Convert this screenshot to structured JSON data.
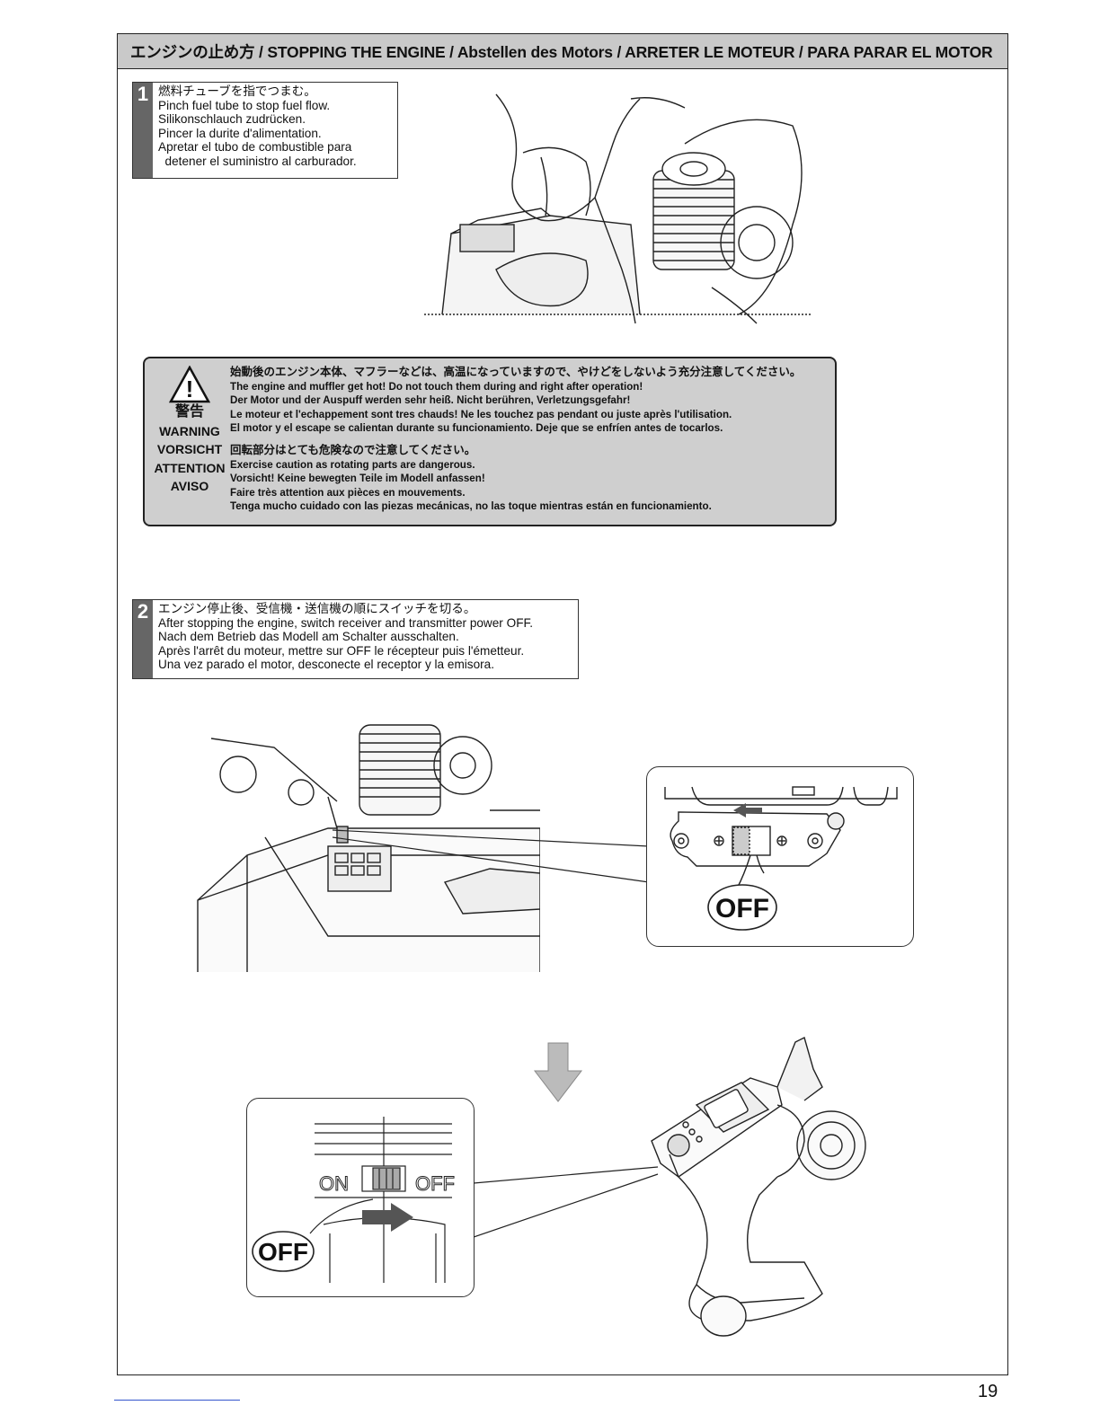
{
  "header": {
    "title": "エンジンの止め方 / STOPPING THE ENGINE / Abstellen des Motors / ARRETER LE MOTEUR / PARA PARAR EL MOTOR"
  },
  "step1": {
    "number": "1",
    "lines": [
      "燃料チューブを指でつまむ。",
      "Pinch fuel tube to stop fuel flow.",
      "Silikonschlauch zudrücken.",
      "Pincer la durite d'alimentation.",
      "Apretar el tubo de combustible para",
      "  detener el suministro al carburador."
    ]
  },
  "warning": {
    "symbol": "!",
    "labels": [
      "警告",
      "WARNING",
      "VORSICHT",
      "ATTENTION",
      "AVISO"
    ],
    "block1": [
      "始動後のエンジン本体、マフラーなどは、高温になっていますので、やけどをしないよう充分注意してください。",
      "The engine and muffler get hot!  Do not touch them during and right after operation!",
      "Der Motor und der Auspuff werden sehr heiß. Nicht berühren, Verletzungsgefahr!",
      "Le moteur et l'echappement sont tres chauds! Ne les touchez pas pendant ou juste après l'utilisation.",
      "El motor y el escape se calientan durante su funcionamiento. Deje que se enfríen antes de tocarlos."
    ],
    "block2": [
      "回転部分はとても危険なので注意してください。",
      "Exercise caution as rotating parts are dangerous.",
      "Vorsicht! Keine bewegten Teile im Modell anfassen!",
      "Faire très attention aux pièces en mouvements.",
      "Tenga mucho cuidado con las piezas mecánicas, no las toque mientras están en funcionamiento."
    ]
  },
  "step2": {
    "number": "2",
    "lines": [
      "エンジン停止後、受信機・送信機の順にスイッチを切る。",
      "After stopping the engine, switch receiver and transmitter power OFF.",
      "Nach dem Betrieb das Modell am Schalter ausschalten.",
      "Après l'arrêt du moteur, mettre sur OFF le récepteur puis l'émetteur.",
      "Una vez parado el motor, desconecte el receptor y la emisora."
    ]
  },
  "receiver_callout": {
    "off_label": "OFF"
  },
  "transmitter_callout": {
    "on_label": "ON",
    "off_switch_label": "OFF",
    "off_label": "OFF"
  },
  "page_number": "19"
}
